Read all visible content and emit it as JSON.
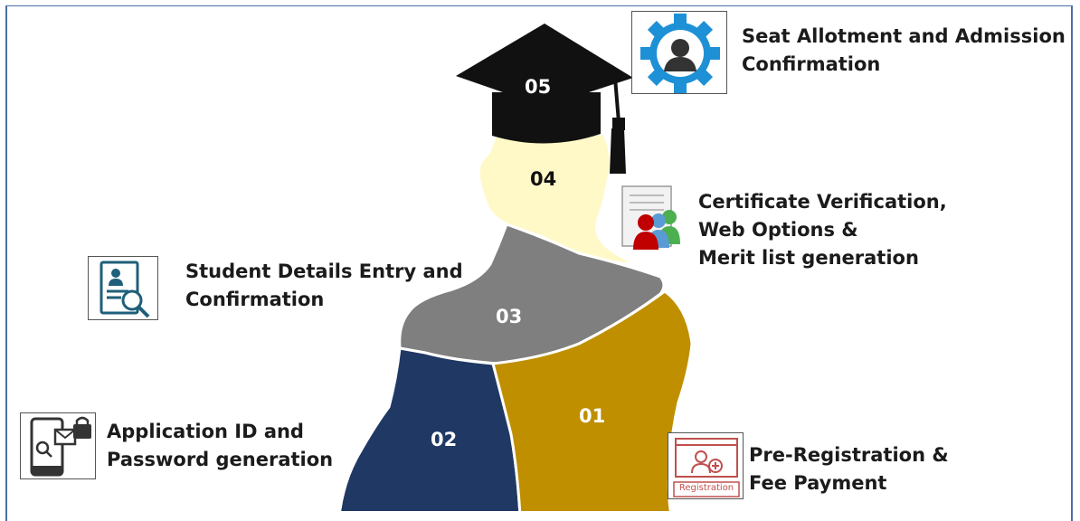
{
  "steps": [
    {
      "number": "01",
      "lines": [
        "Pre-Registration &",
        "Fee Payment"
      ],
      "icon": "registration-icon",
      "icon_text": "Registration",
      "color": "#bf8f00"
    },
    {
      "number": "02",
      "lines": [
        "Application ID and",
        "Password generation"
      ],
      "icon": "mobile-login-icon",
      "color": "#1f3864"
    },
    {
      "number": "03",
      "lines": [
        "Student Details Entry and",
        "Confirmation"
      ],
      "icon": "document-search-icon",
      "color": "#7f7f7f"
    },
    {
      "number": "04",
      "lines": [
        "Certificate Verification,",
        "Web Options &",
        "Merit list generation"
      ],
      "icon": "users-certificate-icon",
      "color": "#fff9c8"
    },
    {
      "number": "05",
      "lines": [
        "Seat Allotment and Admission",
        "Confirmation"
      ],
      "icon": "gear-user-icon",
      "color": "#111111"
    }
  ],
  "colors": {
    "frame": "#4a6fa5",
    "gear": "#1e90d6",
    "registration": "#c0504d"
  }
}
